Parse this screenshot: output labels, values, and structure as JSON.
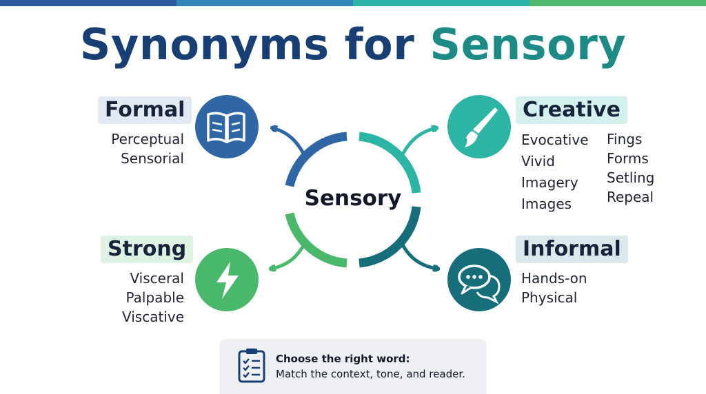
{
  "colors": {
    "navy": "#173f73",
    "teal": "#1d8a86",
    "blue": "#2f66a6",
    "green": "#4ab86a",
    "teal_light": "#2cb5a5",
    "dark_teal": "#166e7a",
    "pill_formal": "#e3e9f2",
    "pill_creative": "#d5f1ee",
    "pill_strong": "#def3e3",
    "pill_informal": "#dce9ec"
  },
  "top_bar_colors": [
    "#2c5aa0",
    "#2e86b8",
    "#2ab3a6",
    "#4dbb6b"
  ],
  "title": {
    "part1": "Synonyms for",
    "part2": "Sensory"
  },
  "center": {
    "label": "Sensory"
  },
  "groups": {
    "formal": {
      "label": "Formal",
      "icon": "book-icon",
      "words": [
        "Perceptual",
        "Sensorial"
      ]
    },
    "creative": {
      "label": "Creative",
      "icon": "paintbrush-icon",
      "words_col1": [
        "Evocative",
        "Vivid",
        "Imagery",
        "Images"
      ],
      "words_col2": [
        "Fings",
        "Forms",
        "Setling",
        "Repeal"
      ]
    },
    "strong": {
      "label": "Strong",
      "icon": "lightning-icon",
      "words": [
        "Visceral",
        "Palpable",
        "Viscative"
      ]
    },
    "informal": {
      "label": "Informal",
      "icon": "chat-bubbles-icon",
      "words": [
        "Hands-on",
        "Physical"
      ]
    }
  },
  "tip": {
    "icon": "clipboard-checklist-icon",
    "title": "Choose the right word:",
    "text": "Match the context, tone, and reader."
  }
}
